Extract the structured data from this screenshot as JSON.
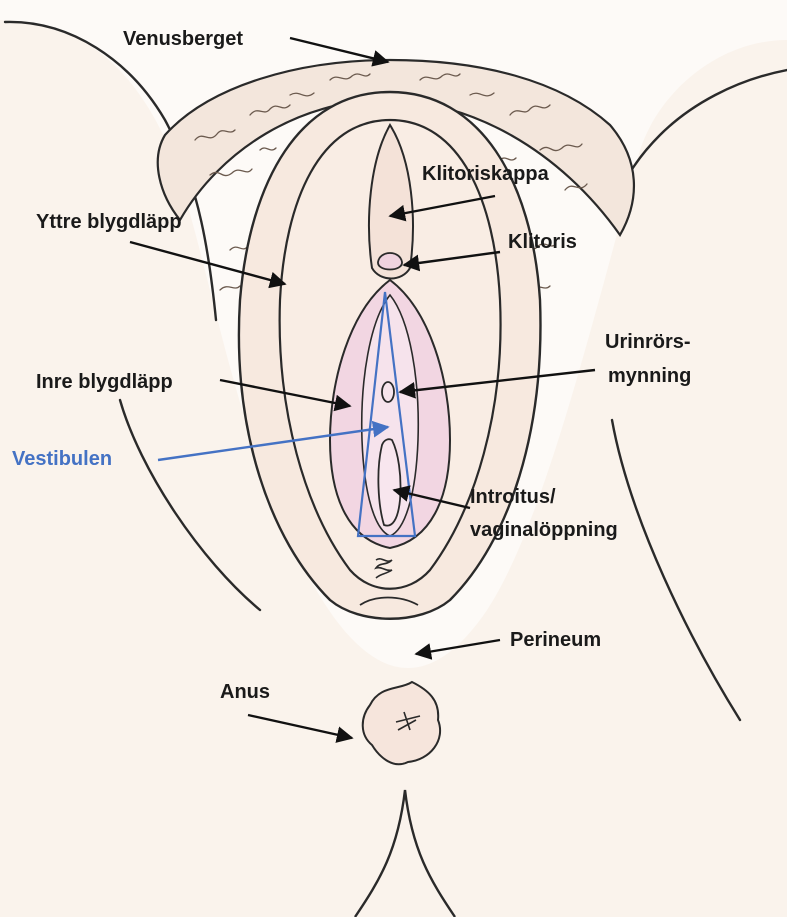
{
  "labels": {
    "venusberget": "Venusberget",
    "klitoriskappa": "Klitoriskappa",
    "yttre_blygdlapp": "Yttre blygdläpp",
    "klitoris": "Klitoris",
    "urinrors_line1": "Urinrörs-",
    "urinrors_line2": "mynning",
    "inre_blygdlapp": "Inre blygdläpp",
    "vestibulen": "Vestibulen",
    "introitus_line1": "Introitus/",
    "introitus_line2": "vaginalöppning",
    "perineum": "Perineum",
    "anus": "Anus"
  },
  "colors": {
    "background": "#fdfaf7",
    "label_text": "#1a1a1a",
    "vestibulen_accent": "#4472c4",
    "skin_tint": "#f6e7dc",
    "inner_pink": "#f2d6e2",
    "outline": "#2a2a2a"
  }
}
